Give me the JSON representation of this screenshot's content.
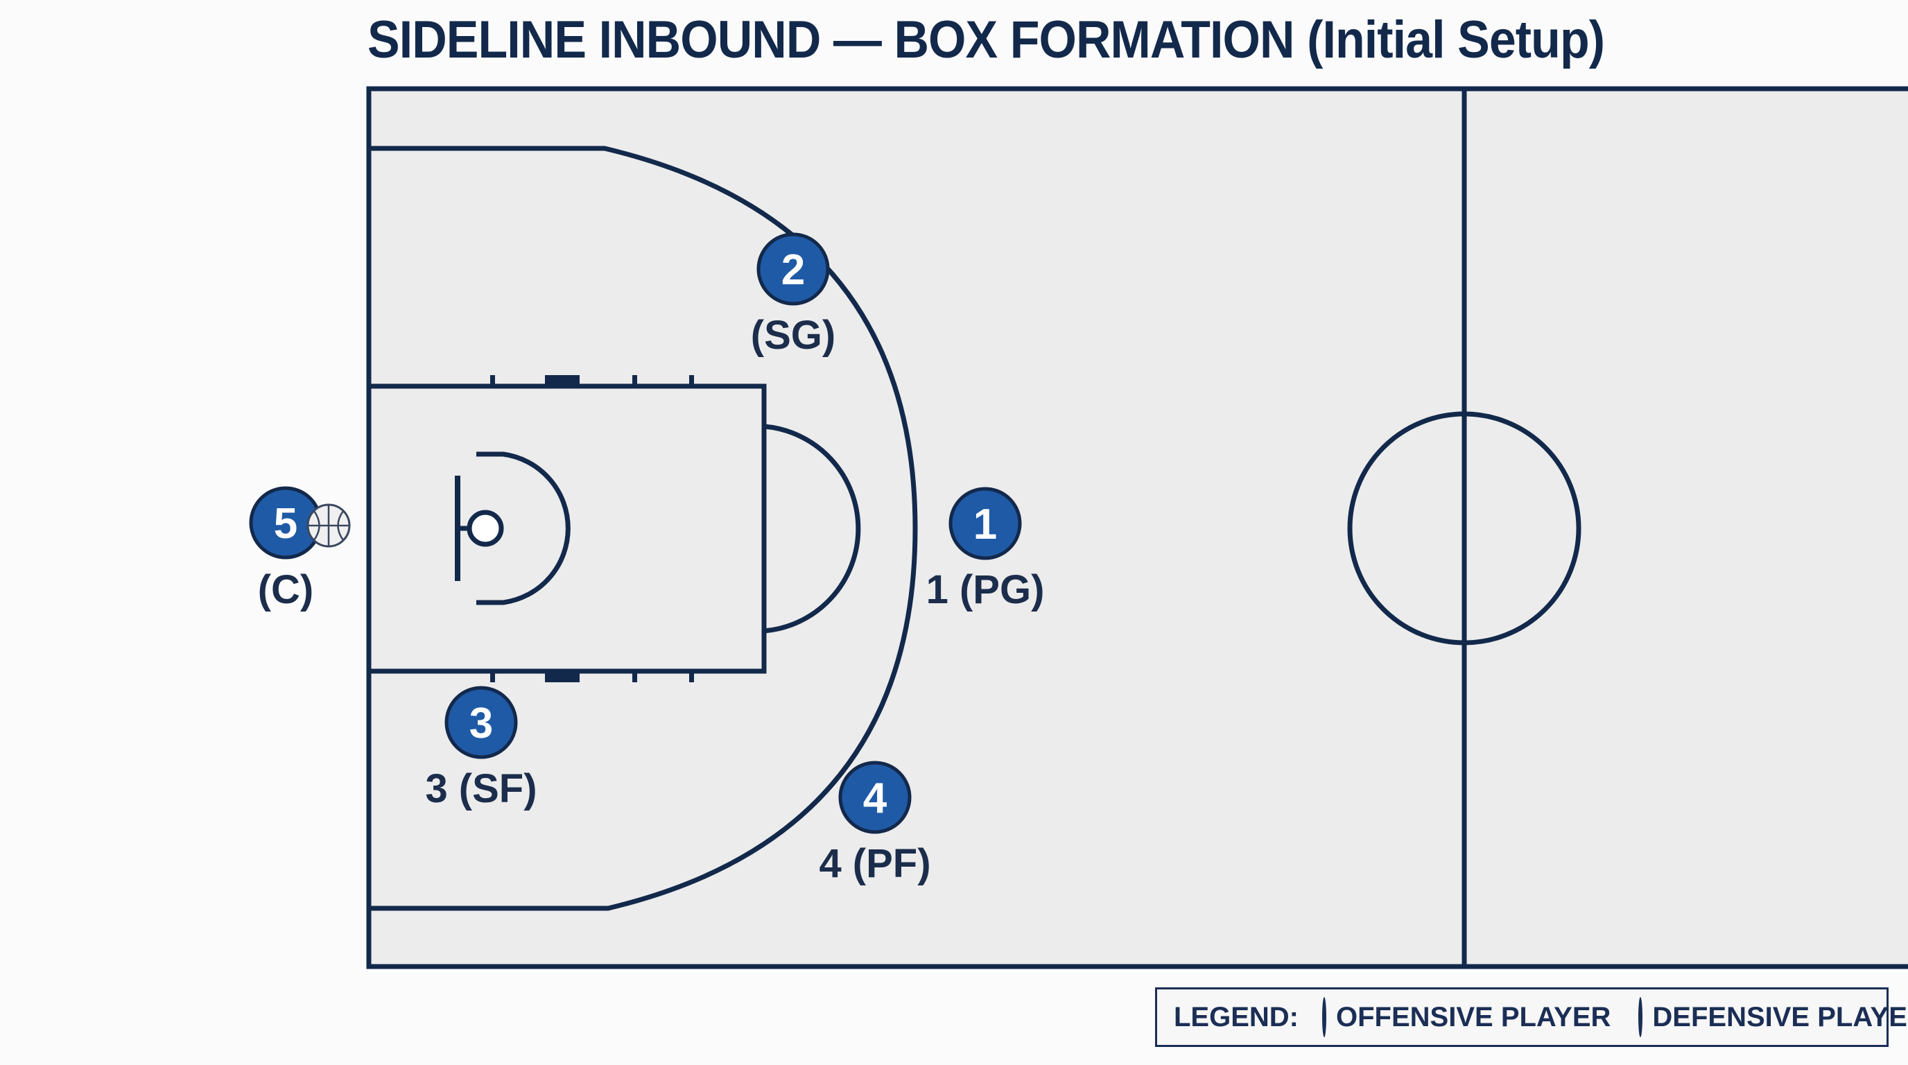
{
  "title": "SIDELINE INBOUND — BOX FORMATION (Initial Setup)",
  "colors": {
    "court_line": "#13294b",
    "court_floor": "#ececec",
    "offense": "#1f5aa6",
    "defense": "#c0232b"
  },
  "players": [
    {
      "number": "1",
      "label": "1 (PG)",
      "team": "offense"
    },
    {
      "number": "2",
      "label": "(SG)",
      "team": "offense"
    },
    {
      "number": "3",
      "label": "3 (SF)",
      "team": "offense"
    },
    {
      "number": "4",
      "label": "4 (PF)",
      "team": "offense"
    },
    {
      "number": "5",
      "label": "(C)",
      "team": "offense",
      "has_ball": true
    }
  ],
  "legend": {
    "title": "LEGEND:",
    "offensive": "OFFENSIVE PLAYER",
    "defensive": "DEFENSIVE PLAYER"
  },
  "icons": [
    "basketball-icon"
  ]
}
